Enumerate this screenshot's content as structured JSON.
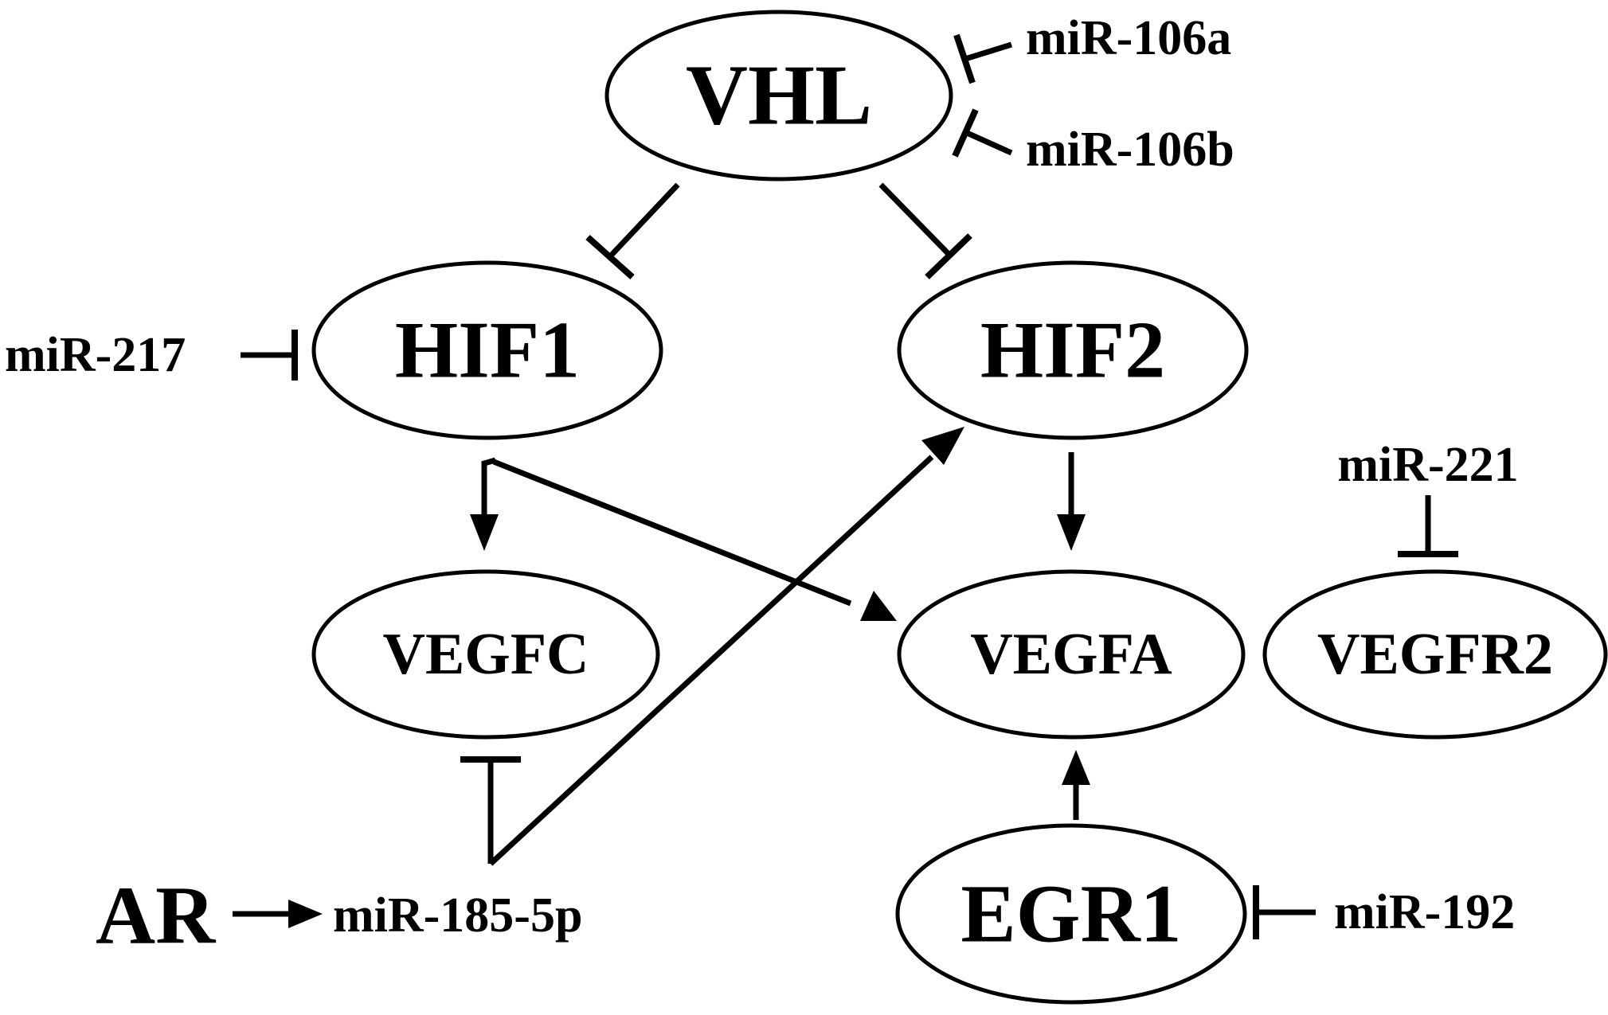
{
  "diagram": {
    "nodes": {
      "vhl": "VHL",
      "hif1": "HIF1",
      "hif2": "HIF2",
      "vegfc": "VEGFC",
      "vegfa": "VEGFA",
      "vegfr2": "VEGFR2",
      "egr1": "EGR1"
    },
    "labels": {
      "mir_106a": "miR-106a",
      "mir_106b": "miR-106b",
      "mir_217": "miR-217",
      "mir_221": "miR-221",
      "mir_185_5p": "miR-185-5p",
      "mir_192": "miR-192",
      "ar": "AR"
    },
    "relations": [
      {
        "from": "miR-106a",
        "to": "VHL",
        "type": "inhibits"
      },
      {
        "from": "miR-106b",
        "to": "VHL",
        "type": "inhibits"
      },
      {
        "from": "VHL",
        "to": "HIF1",
        "type": "inhibits"
      },
      {
        "from": "VHL",
        "to": "HIF2",
        "type": "inhibits"
      },
      {
        "from": "miR-217",
        "to": "HIF1",
        "type": "inhibits"
      },
      {
        "from": "HIF1",
        "to": "VEGFC",
        "type": "activates"
      },
      {
        "from": "HIF1",
        "to": "VEGFA",
        "type": "activates"
      },
      {
        "from": "HIF2",
        "to": "VEGFA",
        "type": "activates"
      },
      {
        "from": "miR-221",
        "to": "VEGFR2",
        "type": "inhibits"
      },
      {
        "from": "EGR1",
        "to": "VEGFA",
        "type": "activates"
      },
      {
        "from": "miR-192",
        "to": "EGR1",
        "type": "inhibits"
      },
      {
        "from": "AR",
        "to": "miR-185-5p",
        "type": "activates"
      },
      {
        "from": "miR-185-5p",
        "to": "VEGFC",
        "type": "inhibits"
      },
      {
        "from": "miR-185-5p",
        "to": "HIF2",
        "type": "activates"
      }
    ]
  }
}
